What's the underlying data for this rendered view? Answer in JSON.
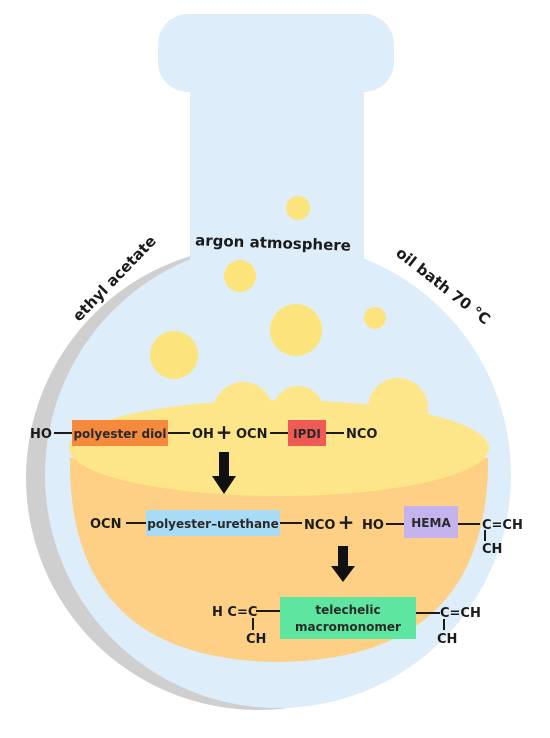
{
  "conditions": {
    "solvent": "ethyl acetate",
    "atmosphere": "argon atmosphere",
    "temperature": "oil bath 70  °C"
  },
  "reaction1": {
    "left_group": "HO",
    "reactant_a": "polyester diol",
    "right_group": "OH",
    "plus": "+",
    "isocyanate_left": "OCN",
    "reactant_b": "IPDI",
    "isocyanate_right": "NCO"
  },
  "reaction2": {
    "left_group": "OCN",
    "intermediate": "polyester–urethane",
    "right_group": "NCO",
    "plus": "+",
    "hydroxyl": "HO",
    "reactant": "HEMA",
    "vinyl": "C=CH",
    "vinyl_sub": "CH"
  },
  "product": {
    "left_vinyl": "H C=C",
    "left_sub": "CH",
    "name_line1": "telechelic",
    "name_line2": "macromonomer",
    "right_vinyl": "C=CH",
    "right_sub": "CH"
  },
  "colors": {
    "flask": "#ddeefa",
    "flask_top": "#d2e7f6",
    "shadow": "#cfcfcf",
    "liquid_top": "#fde68a",
    "liquid_body": "#fdd086",
    "bubble": "#fde37c",
    "polyester_diol": "#f58a3c",
    "ipdi": "#f05a55",
    "polyester_urethane": "#a8dcf6",
    "hema": "#c5b3f0",
    "macromonomer": "#5ee6a0"
  }
}
